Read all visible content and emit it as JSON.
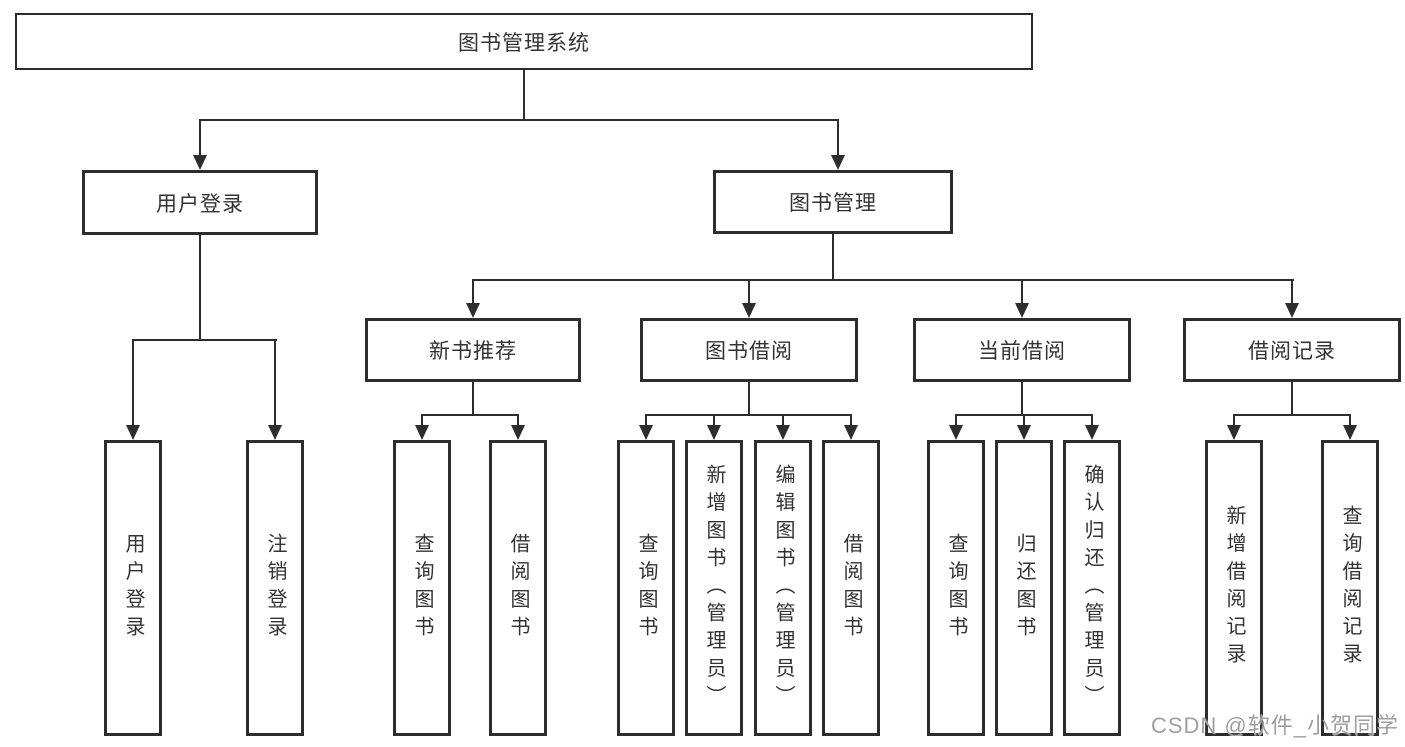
{
  "diagram": {
    "root": {
      "label": "图书管理系统"
    },
    "branches": [
      {
        "label": "用户登录",
        "children": [
          {
            "label": "用户登录"
          },
          {
            "label": "注销登录"
          }
        ]
      },
      {
        "label": "图书管理",
        "children": [
          {
            "label": "新书推荐",
            "children": [
              {
                "label": "查询图书"
              },
              {
                "label": "借阅图书"
              }
            ]
          },
          {
            "label": "图书借阅",
            "children": [
              {
                "label": "查询图书"
              },
              {
                "label": "新增图书（管理员）"
              },
              {
                "label": "编辑图书（管理员）"
              },
              {
                "label": "借阅图书"
              }
            ]
          },
          {
            "label": "当前借阅",
            "children": [
              {
                "label": "查询图书"
              },
              {
                "label": "归还图书"
              },
              {
                "label": "确认归还（管理员）"
              }
            ]
          },
          {
            "label": "借阅记录",
            "children": [
              {
                "label": "新增借阅记录"
              },
              {
                "label": "查询借阅记录"
              }
            ]
          }
        ]
      }
    ],
    "watermark": "CSDN @软件_小贺同学",
    "colors": {
      "line": "#2d2d2d",
      "text": "#333333",
      "box_background": "#ffffff",
      "watermark": "#9f9f9f"
    }
  }
}
